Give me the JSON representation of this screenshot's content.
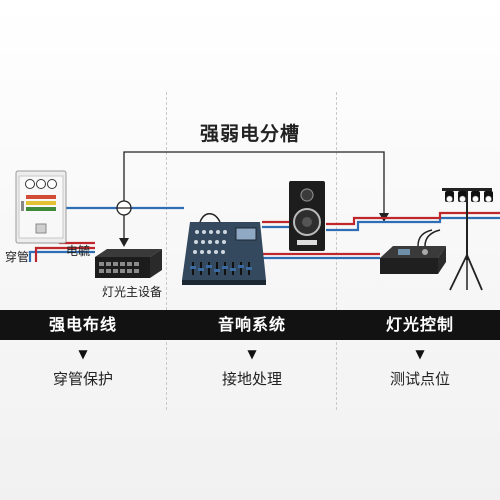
{
  "title": "强弱电分槽",
  "labels": {
    "conduit_left": "穿管",
    "cable": "电毓",
    "light_host": "灯光主设备"
  },
  "sections": [
    {
      "header": "强电布线",
      "detail": "穿管保护"
    },
    {
      "header": "音响系统",
      "detail": "接地处理"
    },
    {
      "header": "灯光控制",
      "detail": "测试点位"
    }
  ],
  "colors": {
    "band": "#121212",
    "weak_line": "#2f6db5",
    "strong_line": "#c0272d",
    "signal_line": "#222222"
  }
}
